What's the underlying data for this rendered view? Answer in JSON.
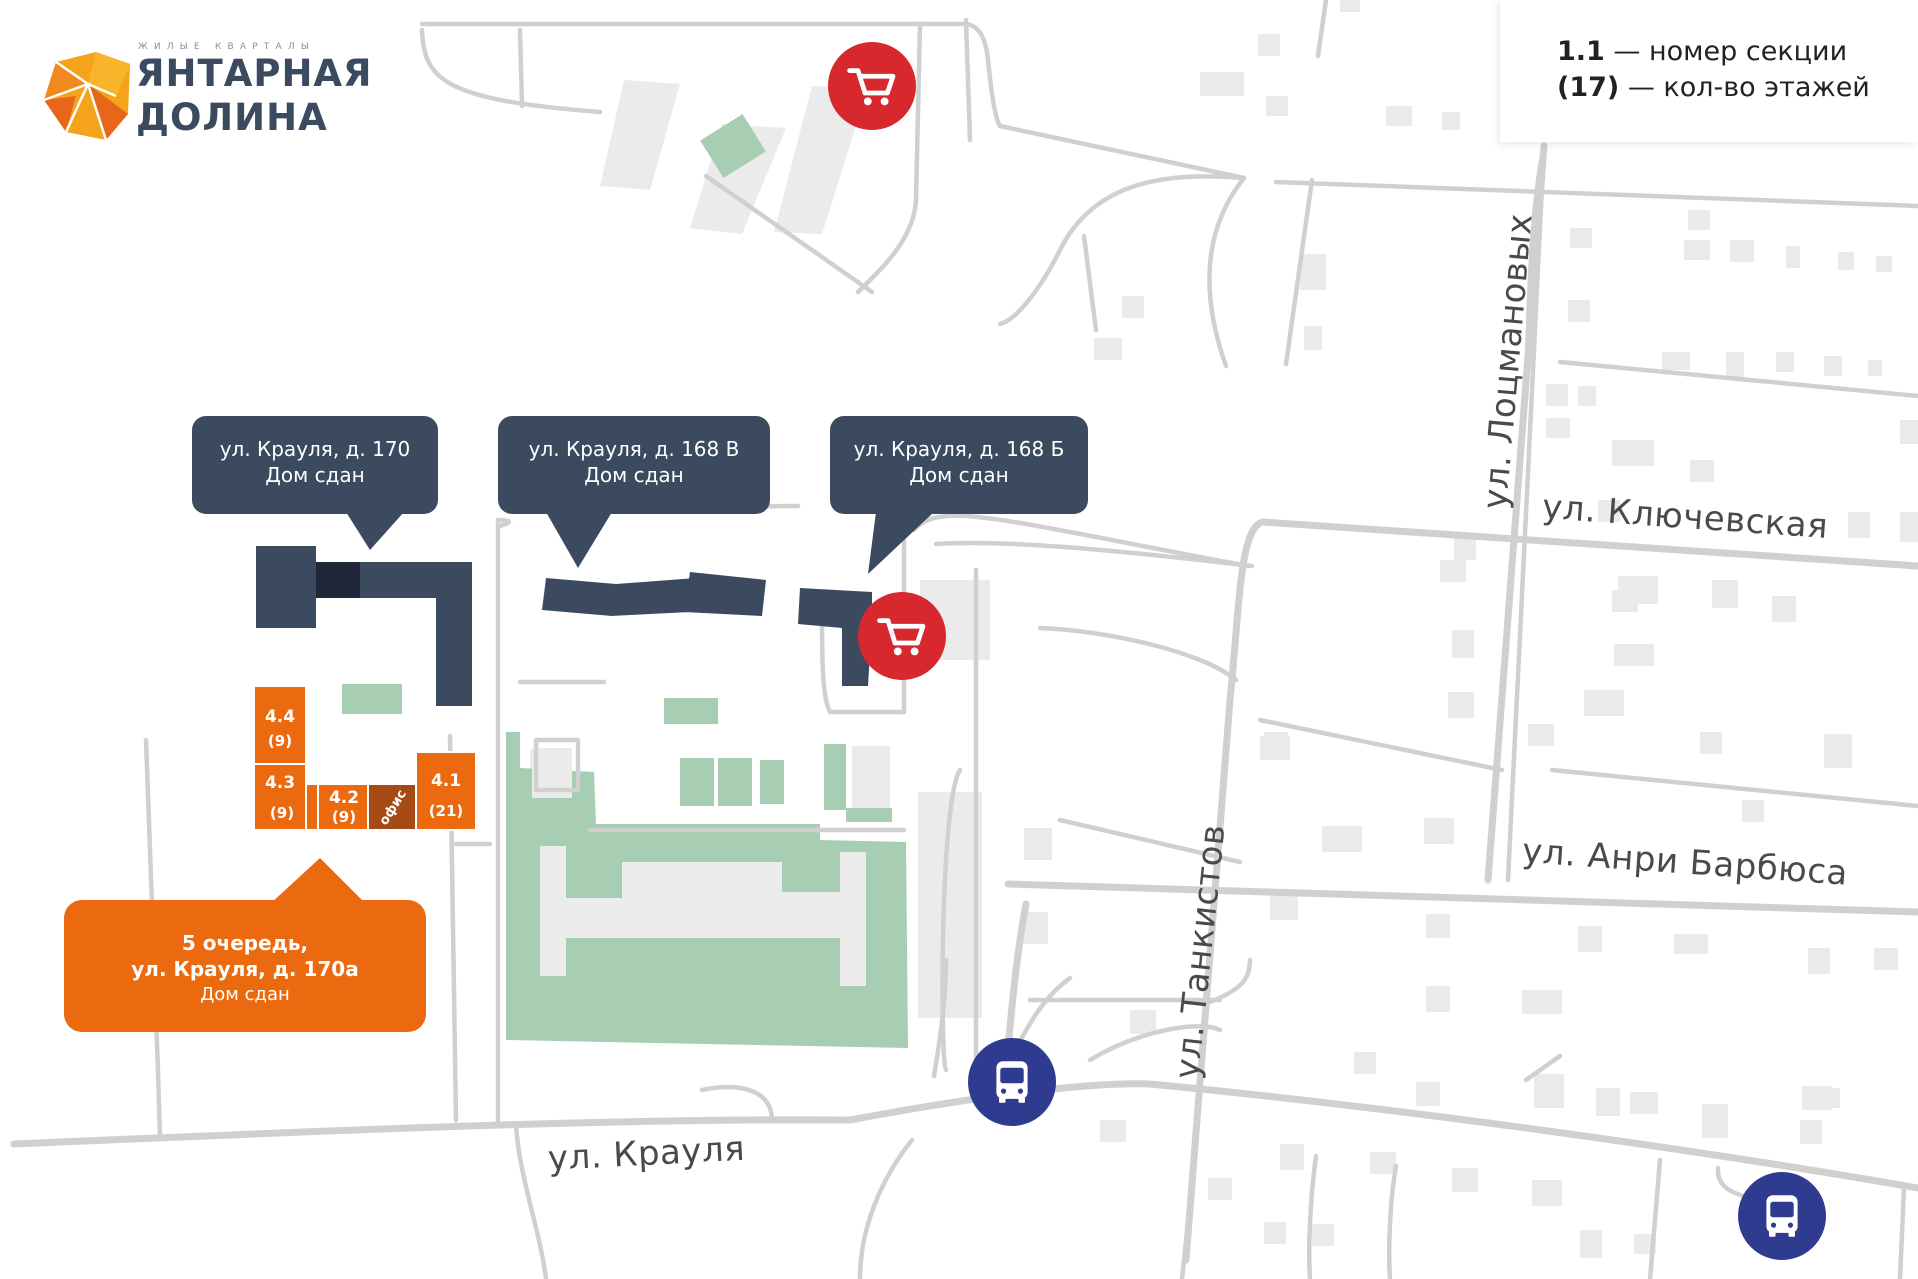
{
  "logo": {
    "tagline": "ЖИЛЫЕ КВАРТАЛЫ",
    "line1": "ЯНТАРНАЯ",
    "line2": "ДОЛИНА"
  },
  "legend": {
    "section_key": "1.1",
    "section_desc": " — номер секции",
    "floors_key": "(17)",
    "floors_desc": " — кол-во этажей"
  },
  "streets": {
    "kraulya": "ул. Крауля",
    "tankistov": "ул. Танкистов",
    "lotsmanovykh": "ул. Лоцмановых",
    "klyuchevskaya": "ул. Ключевская",
    "barbyusa": "ул. Анри Барбюса"
  },
  "callouts": {
    "house170": {
      "address": "ул. Крауля, д. 170",
      "status": "Дом сдан"
    },
    "house168v": {
      "address": "ул. Крауля, д. 168 В",
      "status": "Дом сдан"
    },
    "house168b": {
      "address": "ул. Крауля, д. 168 Б",
      "status": "Дом сдан"
    },
    "queue5": {
      "title": "5 очередь,",
      "address": "ул. Крауля, д. 170а",
      "status": "Дом сдан"
    }
  },
  "sections": [
    {
      "id": "4.4",
      "floors": "(9)"
    },
    {
      "id": "4.3",
      "floors": "(9)"
    },
    {
      "id": "4.2",
      "floors": "(9)"
    },
    {
      "id": "4.1",
      "floors": "(21)"
    }
  ],
  "office_label": "офис",
  "pois": {
    "shop_icon": "shopping-cart-icon",
    "bus_icon": "bus-icon",
    "shop_color": "#d7282e",
    "bus_color": "#2f3b8f"
  },
  "colors": {
    "built_house": "#3c4a5f",
    "new_queue": "#ec6a0f",
    "park": "#a7cdb3"
  }
}
